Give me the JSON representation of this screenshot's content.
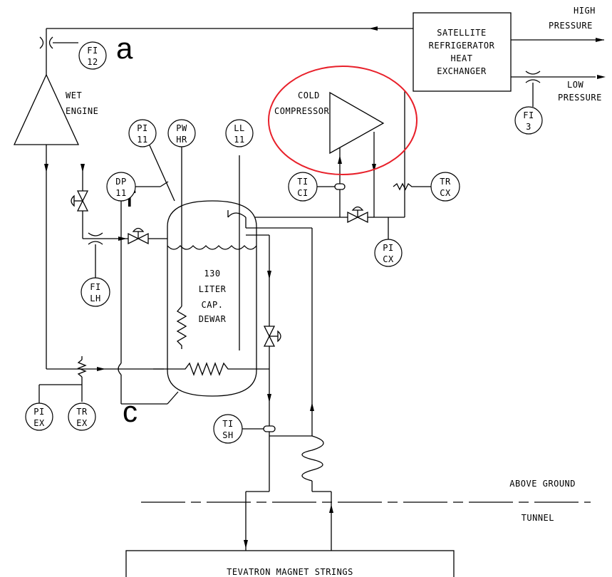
{
  "left_edge_fragments": [
    "a",
    "r",
    "c"
  ],
  "labels": {
    "high_pressure": [
      "HIGH",
      "PRESSURE"
    ],
    "low_pressure": [
      "LOW",
      "PRESSURE"
    ],
    "heat_exchanger": [
      "SATELLITE",
      "REFRIGERATOR",
      "HEAT",
      "EXCHANGER"
    ],
    "cold_compressor": [
      "COLD",
      "COMPRESSOR"
    ],
    "wet_engine": [
      "WET",
      "ENGINE"
    ],
    "dewar": [
      "130",
      "LITER",
      "CAP.",
      "DEWAR"
    ],
    "above_ground": "ABOVE GROUND",
    "tunnel": "TUNNEL",
    "magnet_strings": "TEVATRON MAGNET STRINGS"
  },
  "instruments": {
    "fi12": [
      "FI",
      "12"
    ],
    "fi3": [
      "FI",
      "3"
    ],
    "pi11": [
      "PI",
      "11"
    ],
    "pwhr": [
      "PW",
      "HR"
    ],
    "ll11": [
      "LL",
      "11"
    ],
    "dp11": [
      "DP",
      "11"
    ],
    "tici": [
      "TI",
      "CI"
    ],
    "trcx": [
      "TR",
      "CX"
    ],
    "picx": [
      "PI",
      "CX"
    ],
    "filh": [
      "FI",
      "LH"
    ],
    "piex": [
      "PI",
      "EX"
    ],
    "trex": [
      "TR",
      "EX"
    ],
    "tish": [
      "TI",
      "SH"
    ]
  },
  "colors": {
    "line": "#000000",
    "highlight_ellipse": "#e8202a",
    "background": "#ffffff"
  }
}
